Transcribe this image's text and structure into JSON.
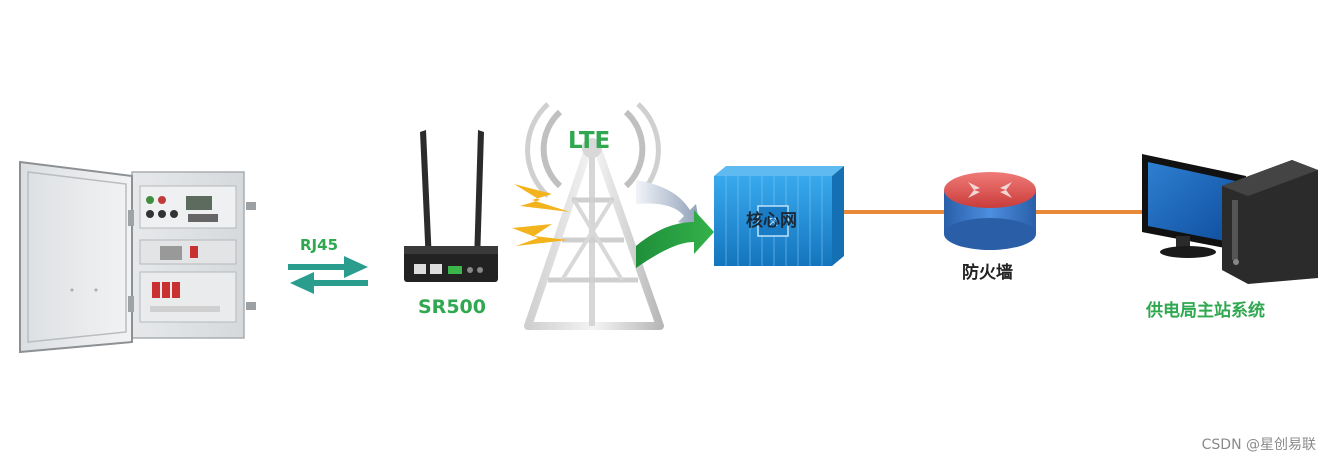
{
  "labels": {
    "rj45": "RJ45",
    "router": "SR500",
    "lte": "LTE",
    "core_network": "核心网",
    "firewall": "防火墙",
    "master_station": "供电局主站系统"
  },
  "watermark": "CSDN @星创易联",
  "colors": {
    "green_label": "#2fa84f",
    "teal_arrow": "#2a9d8f",
    "orange_line": "#e8893a",
    "core_blue": "#1f8fd6",
    "firewall_blue": "#2f6fc4",
    "firewall_red": "#d9534f"
  },
  "icons": [
    "electrical-cabinet-icon",
    "bidirectional-arrows-icon",
    "router-icon",
    "lte-tower-icon",
    "lightning-icon",
    "signal-arrow-icon",
    "core-network-icon",
    "firewall-router-icon",
    "computer-icon"
  ]
}
